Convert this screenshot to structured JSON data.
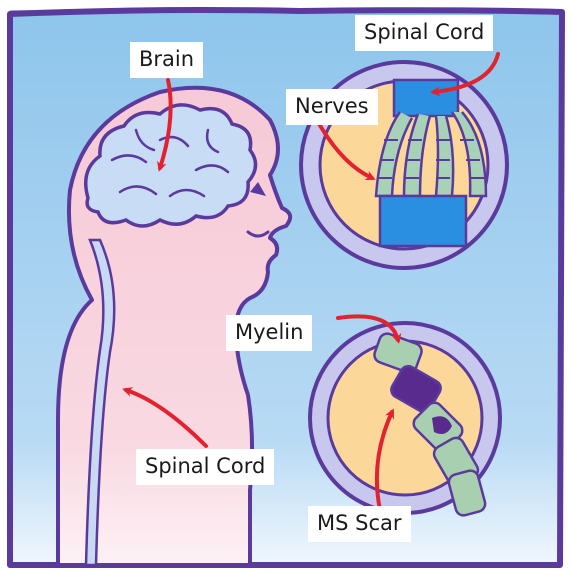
{
  "labels": {
    "brain": "Brain",
    "spinal_cord_top": "Spinal Cord",
    "nerves": "Nerves",
    "myelin": "Myelin",
    "spinal_cord_body": "Spinal Cord",
    "ms_scar": "MS Scar"
  },
  "colors": {
    "frame_outline": "#5b3a9e",
    "sky_top": "#8ec5ec",
    "sky_bottom": "#d9ecfa",
    "skin": "#f7d3dc",
    "brain_fill": "#c9dcf5",
    "spinal_channel": "#c7d9f3",
    "circle_ring": "#c8c8ee",
    "circle_inner": "#fbd79a",
    "cord_blue": "#2a8fe0",
    "nerve_green": "#a8d2b8",
    "myelin_green": "#a7cfb0",
    "scar_purple": "#5a2b8e",
    "arrow_red": "#e2232f",
    "label_bg": "#ffffff"
  }
}
